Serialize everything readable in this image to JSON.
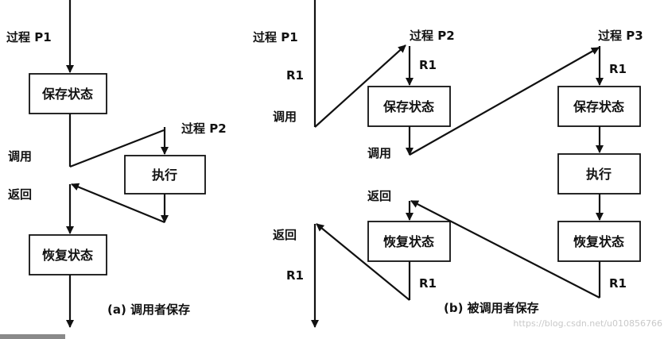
{
  "panel_a": {
    "label_caller_p1": "过程 P1",
    "box_save": "保存状态",
    "label_call": "调用",
    "label_callee_p2": "过程 P2",
    "box_execute": "执行",
    "label_return": "返回",
    "box_restore": "恢复状态",
    "caption": "(a)  调用者保存"
  },
  "panel_b": {
    "label_p1": "过程 P1",
    "label_r1_top": "R1",
    "label_call_p1": "调用",
    "label_return_p1": "返回",
    "label_r1_bottom": "R1",
    "label_p2": "过程 P2",
    "label_p2_r1_top": "R1",
    "box_p2_save": "保存状态",
    "label_call_p2": "调用",
    "label_return_p2": "返回",
    "box_p2_restore": "恢复状态",
    "label_p2_r1_bottom": "R1",
    "label_p3": "过程 P3",
    "label_p3_r1_top": "R1",
    "box_p3_save": "保存状态",
    "box_p3_execute": "执行",
    "box_p3_restore": "恢复状态",
    "label_p3_r1_bottom": "R1",
    "caption": "(b)  被调用者保存"
  },
  "watermark": "https://blog.csdn.net/u010856766"
}
